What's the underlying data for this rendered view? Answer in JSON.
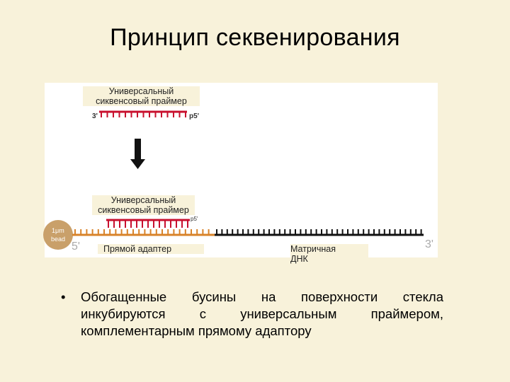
{
  "title": "Принцип секвенирования",
  "figure": {
    "top_primer_label_line1": "Универсальный",
    "top_primer_label_line2": "сиквенсовый праймер",
    "top_end_left": "3'",
    "top_end_right": "p5'",
    "bottom_primer_label_line1": "Универсальный",
    "bottom_primer_label_line2": "сиквенсовый праймер",
    "bottom_primer_end": "p5'",
    "bead_label_line1": "1μm",
    "bead_label_line2": "bead",
    "strand_end_left": "5'",
    "strand_end_right": "3'",
    "adapter_label": "Прямой адаптер",
    "template_label_line1": "Матричная",
    "template_label_line2": "ДНК",
    "colors": {
      "primer": "#c8102e",
      "adapter": "#d8832a",
      "template": "#111111",
      "bead": "#c9a06a"
    }
  },
  "bullet": {
    "text": "Обогащенные бусины на поверхности стекла инкубируются с универсальным праймером, комплементарным прямому адаптору"
  }
}
